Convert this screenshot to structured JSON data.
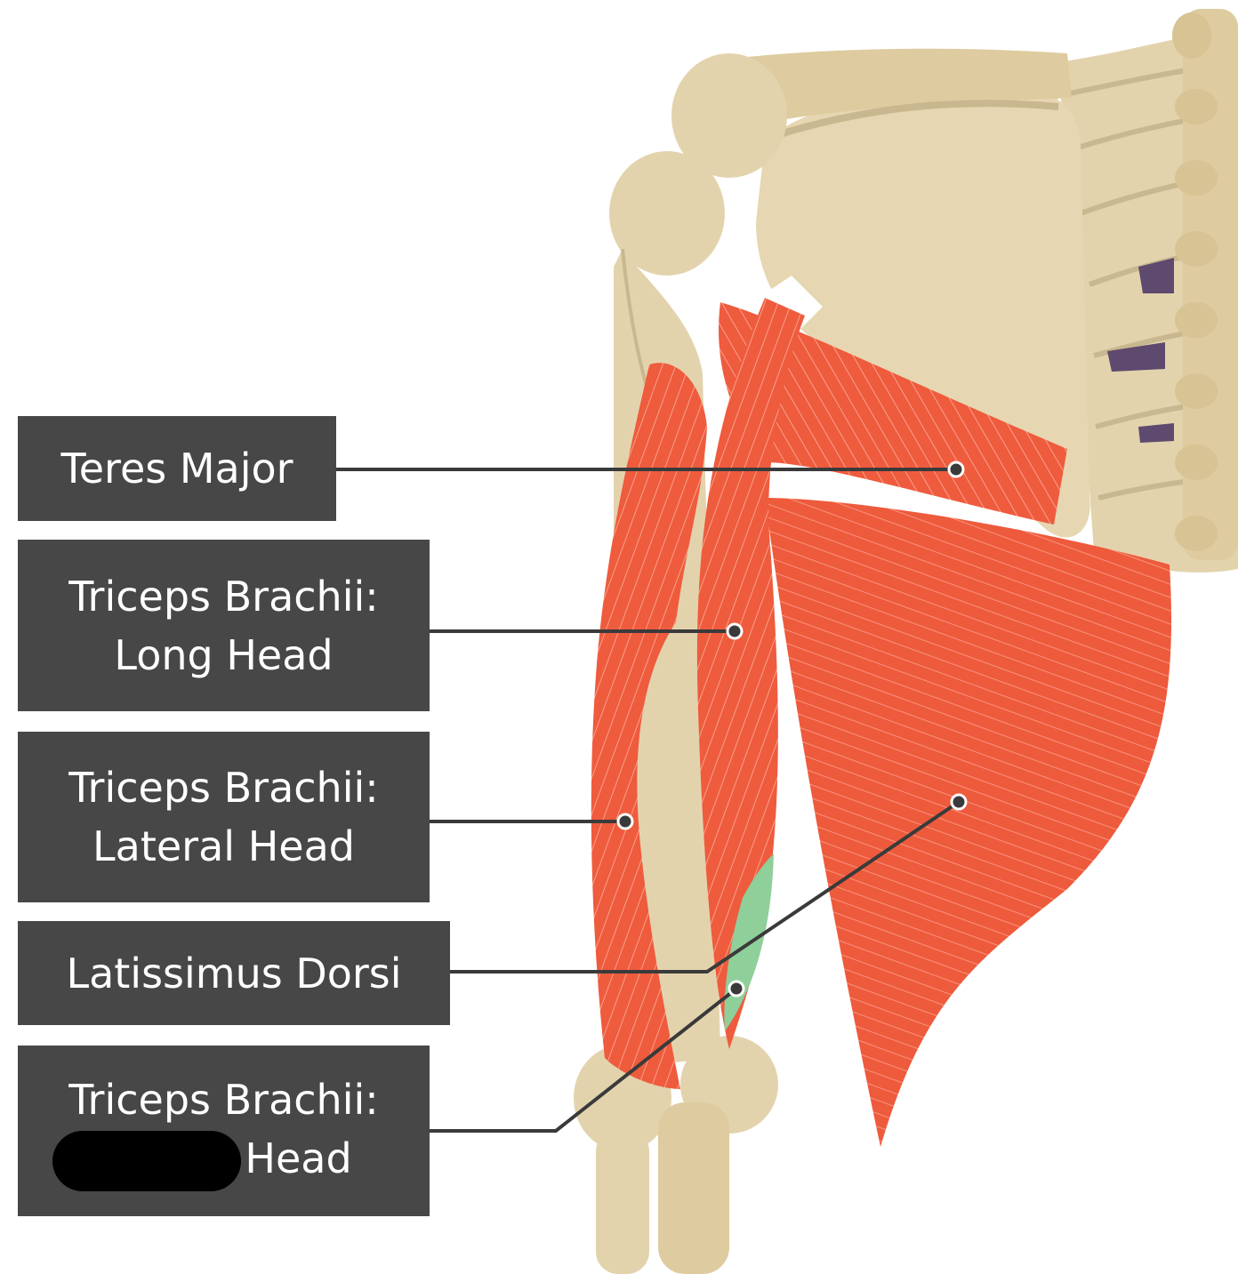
{
  "labels": {
    "teres_major": {
      "line1": "Teres Major"
    },
    "triceps_long": {
      "line1": "Triceps Brachii:",
      "line2": "Long Head"
    },
    "triceps_lateral": {
      "line1": "Triceps Brachii:",
      "line2": "Lateral Head"
    },
    "latissimus": {
      "line1": "Latissimus Dorsi"
    },
    "triceps_medial": {
      "line1": "Triceps Brachii:",
      "line2_visible": "Head"
    }
  },
  "colors": {
    "label_bg": "#474747",
    "label_text": "#ffffff",
    "muscle": "#ef5b3d",
    "bone": "#e3d3ad",
    "highlight": "#8fcf9a",
    "leader": "#3a3a3a"
  }
}
